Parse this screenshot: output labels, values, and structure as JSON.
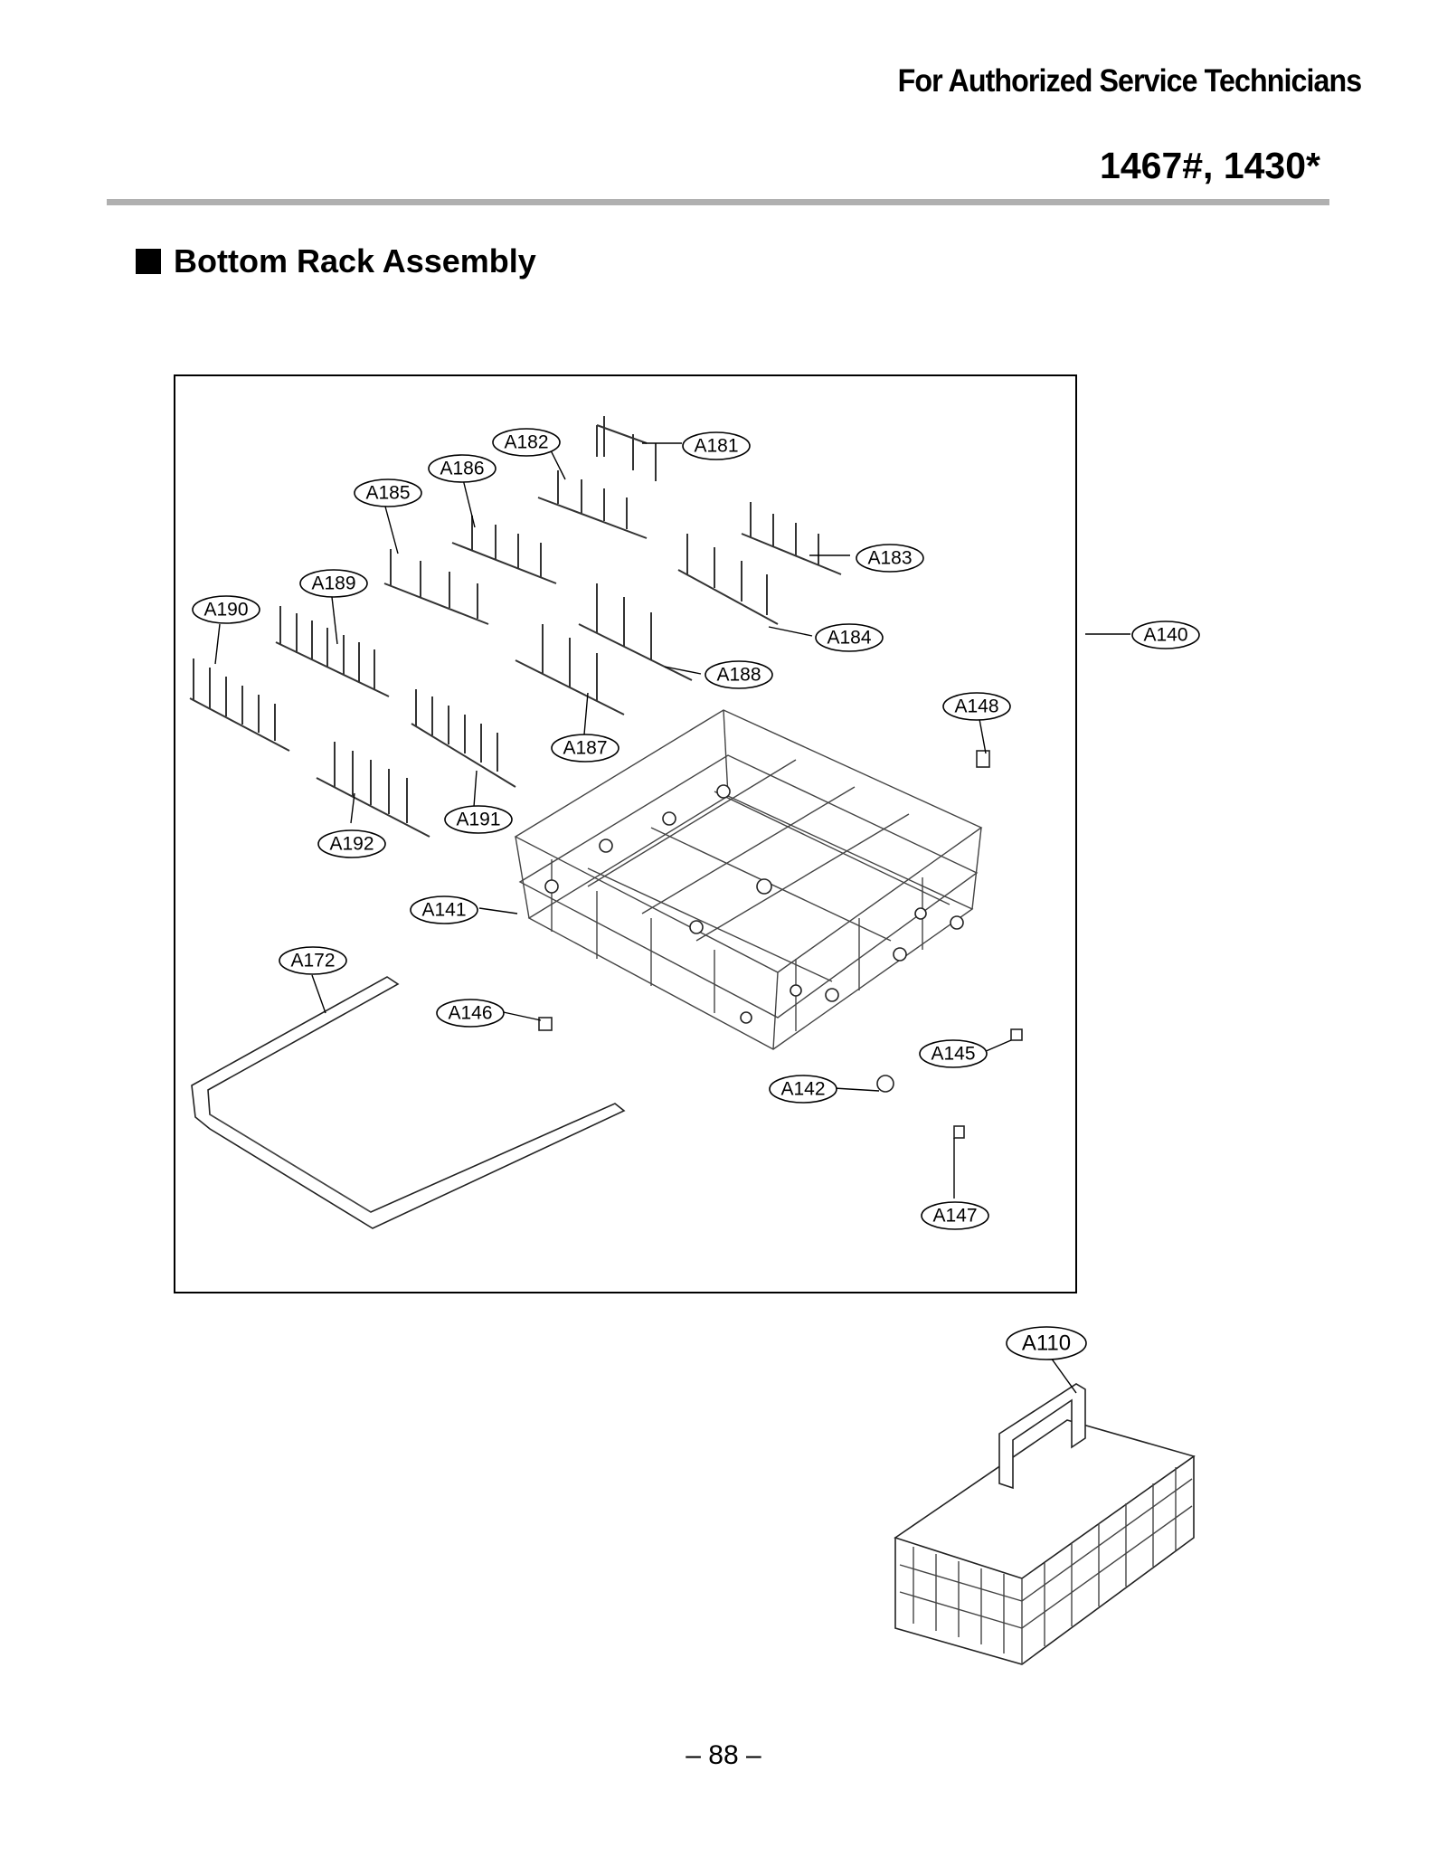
{
  "header": {
    "title": "For Authorized Service Technicians",
    "model": "1467#, 1430*"
  },
  "section": {
    "title": "Bottom Rack Assembly"
  },
  "callouts": [
    {
      "id": "c-a182",
      "label": "A182"
    },
    {
      "id": "c-a181",
      "label": "A181"
    },
    {
      "id": "c-a186",
      "label": "A186"
    },
    {
      "id": "c-a185",
      "label": "A185"
    },
    {
      "id": "c-a183",
      "label": "A183"
    },
    {
      "id": "c-a189",
      "label": "A189"
    },
    {
      "id": "c-a190",
      "label": "A190"
    },
    {
      "id": "c-a184",
      "label": "A184"
    },
    {
      "id": "c-a140",
      "label": "A140"
    },
    {
      "id": "c-a188",
      "label": "A188"
    },
    {
      "id": "c-a148",
      "label": "A148"
    },
    {
      "id": "c-a187",
      "label": "A187"
    },
    {
      "id": "c-a191",
      "label": "A191"
    },
    {
      "id": "c-a192",
      "label": "A192"
    },
    {
      "id": "c-a141",
      "label": "A141"
    },
    {
      "id": "c-a172",
      "label": "A172"
    },
    {
      "id": "c-a146",
      "label": "A146"
    },
    {
      "id": "c-a145",
      "label": "A145"
    },
    {
      "id": "c-a142",
      "label": "A142"
    },
    {
      "id": "c-a147",
      "label": "A147"
    },
    {
      "id": "c-a110",
      "label": "A110"
    }
  ],
  "footer": {
    "page_number": "– 88 –"
  }
}
